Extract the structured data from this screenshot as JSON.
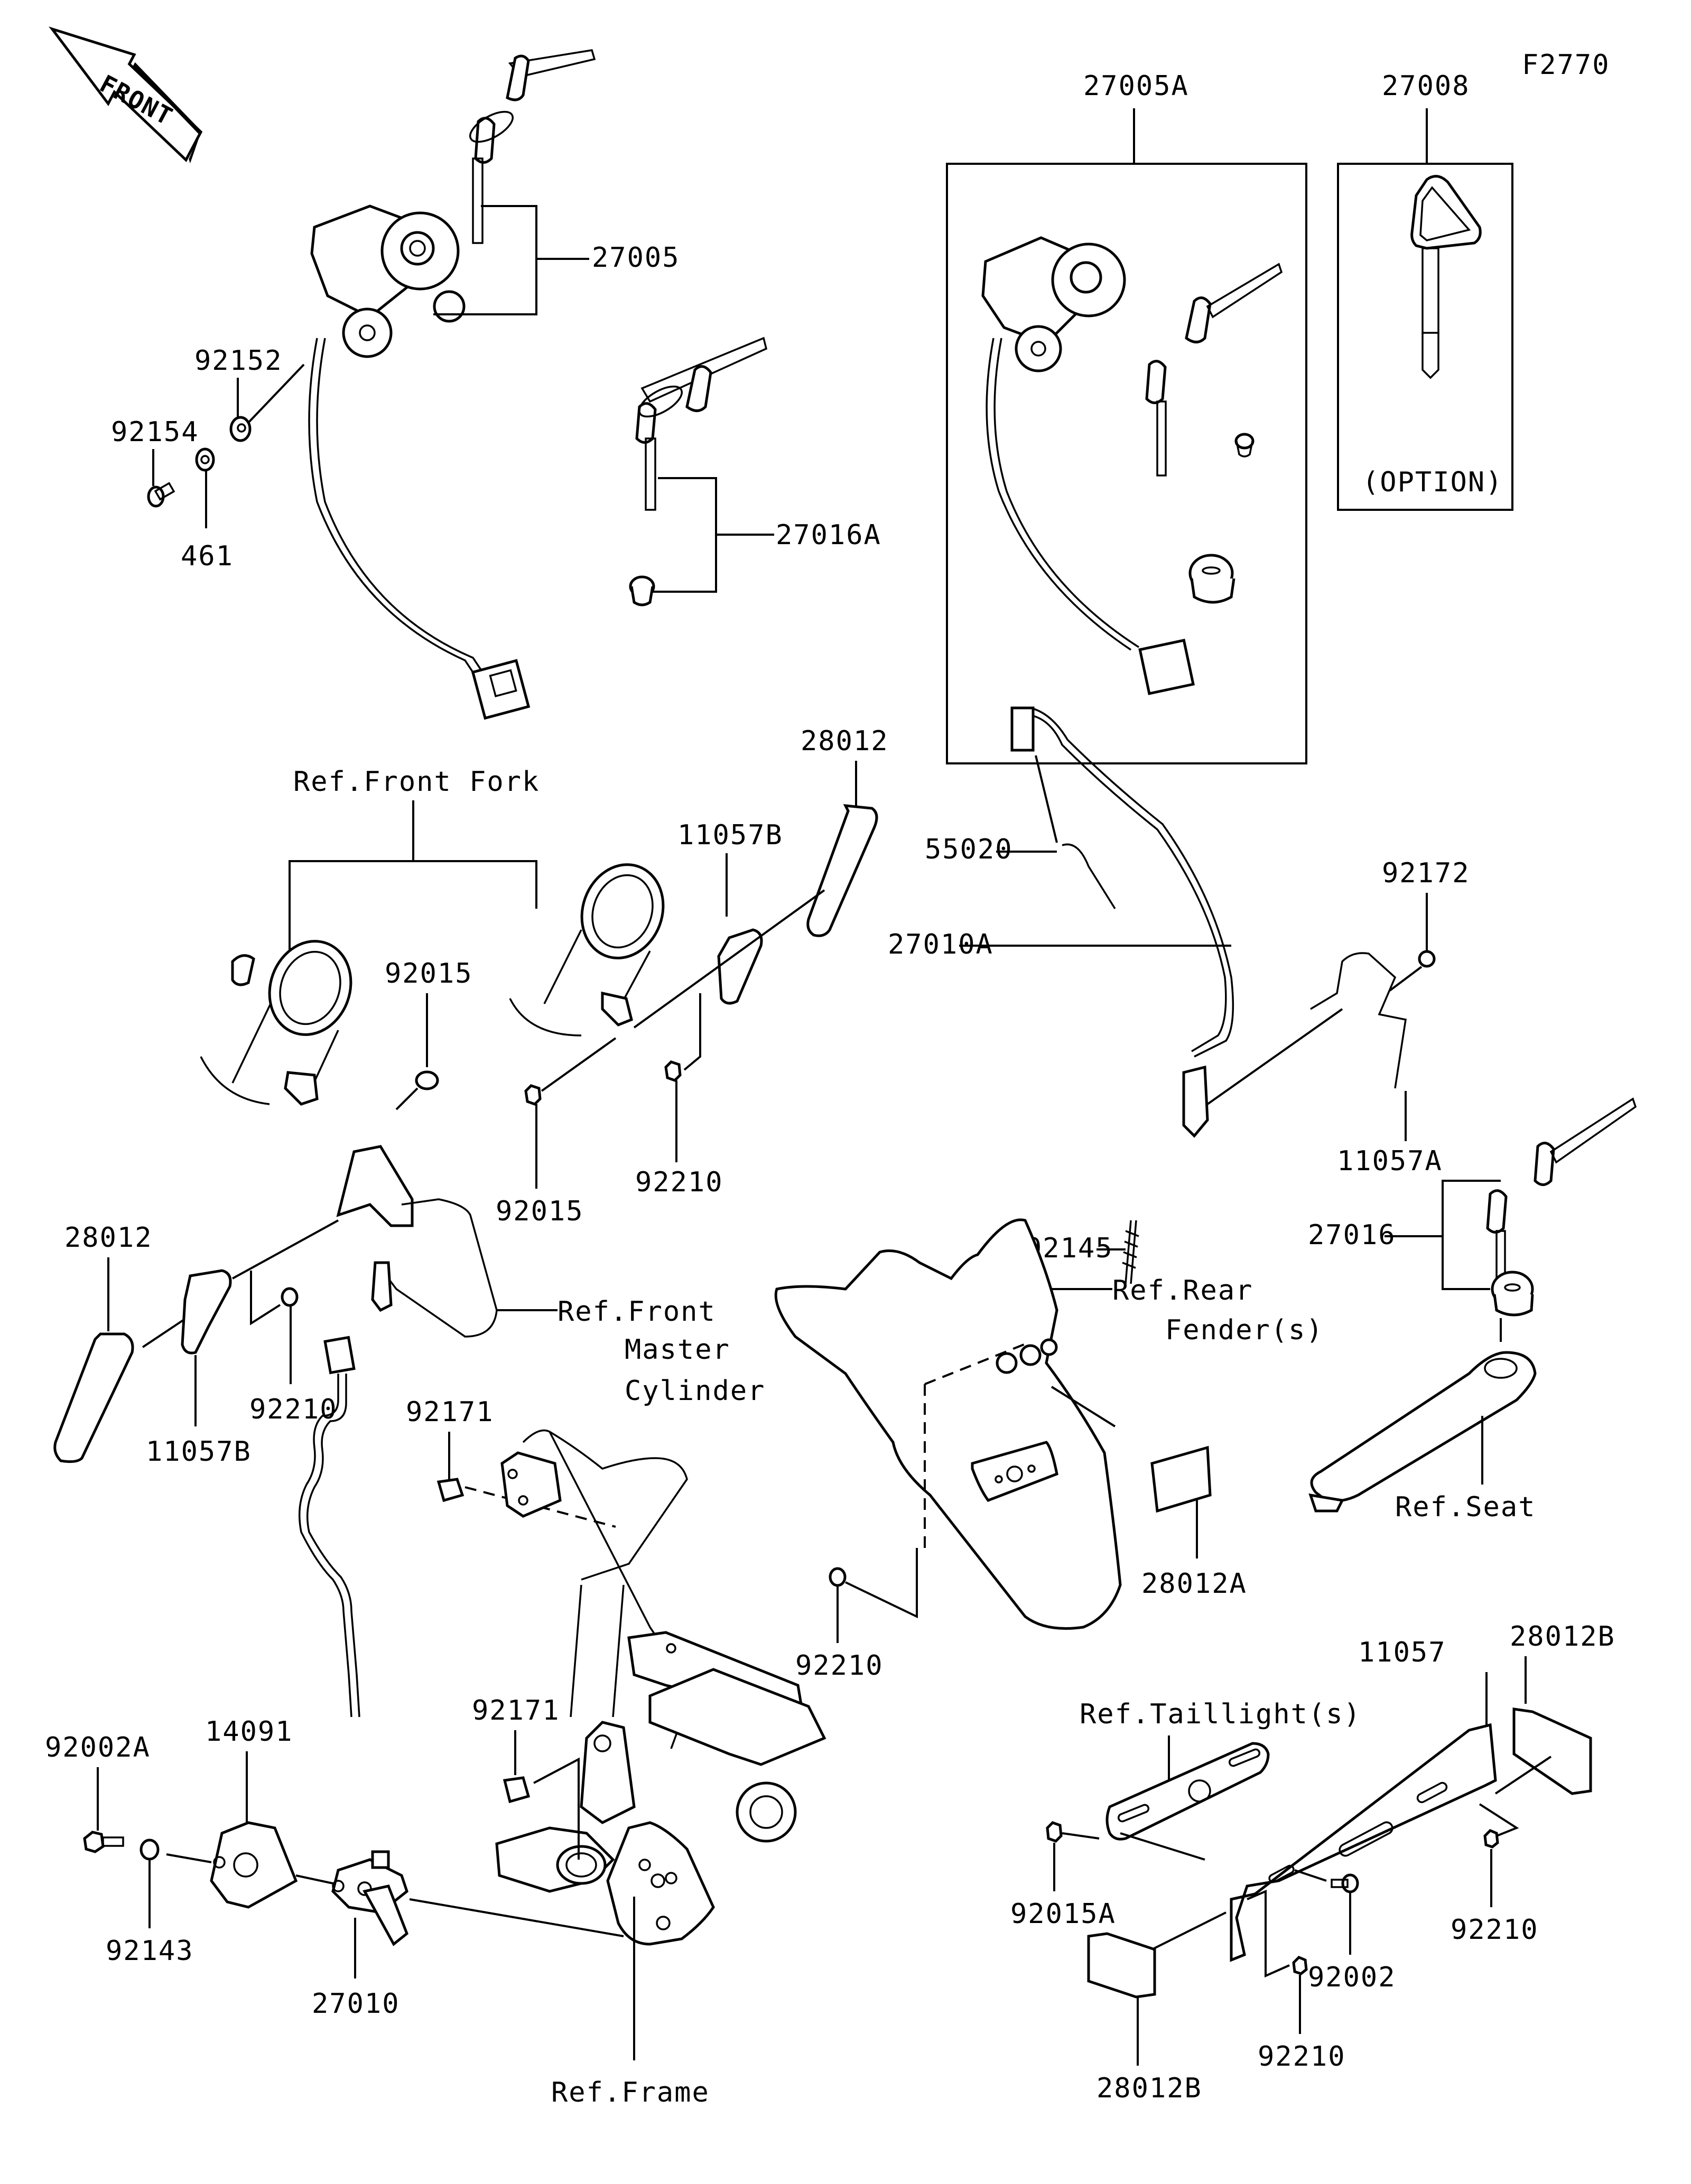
{
  "diagram": {
    "figure_id": "F2770",
    "front_arrow": {
      "label": "FRONT",
      "icon": "front-direction-arrow-icon"
    },
    "kits": [
      {
        "part_no": "27005A",
        "contents": [
          "ignition-switch",
          "keys",
          "seat-lock-cylinder",
          "seat-lock"
        ]
      },
      {
        "part_no": "27008",
        "note": "(OPTION)",
        "contents": [
          "blank-key"
        ]
      }
    ],
    "labels": {
      "p27005": "27005",
      "p92152": "92152",
      "p92154": "92154",
      "p461": "461",
      "p27016A": "27016A",
      "p27005A": "27005A",
      "p27008": "27008",
      "option": "(OPTION)",
      "ref_front_fork": "Ref.Front Fork",
      "p11057B_top": "11057B",
      "p28012_top": "28012",
      "p92015_a": "92015",
      "p92015_b": "92015",
      "p92210_a": "92210",
      "p28012_left": "28012",
      "p11057B_left": "11057B",
      "p92210_b": "92210",
      "ref_front_master_1": "Ref.Front",
      "ref_front_master_2": "Master",
      "ref_front_master_3": "Cylinder",
      "p55020": "55020",
      "p27010A": "27010A",
      "p92172": "92172",
      "p11057A": "11057A",
      "p92145": "92145",
      "p27016": "27016",
      "ref_rear_fender_1": "Ref.Rear",
      "ref_rear_fender_2": "Fender(s)",
      "ref_seat": "Ref.Seat",
      "p28012A": "28012A",
      "p92210_c": "92210",
      "p92171_a": "92171",
      "p92171_b": "92171",
      "p92002A": "92002A",
      "p14091": "14091",
      "p92143": "92143",
      "p27010": "27010",
      "ref_frame": "Ref.Frame",
      "ref_taillight": "Ref.Taillight(s)",
      "p11057": "11057",
      "p28012B_top": "28012B",
      "p92015A": "92015A",
      "p92002": "92002",
      "p92210_d": "92210",
      "p92210_e": "92210",
      "p28012B_bottom": "28012B"
    }
  }
}
